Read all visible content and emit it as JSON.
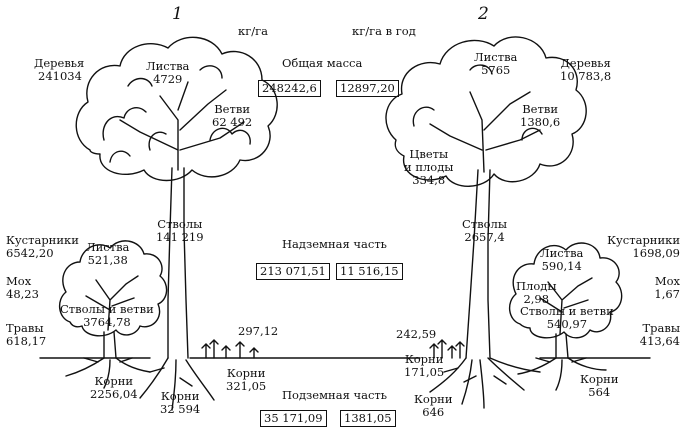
{
  "figure": {
    "panel1": "1",
    "panel2": "2",
    "unit1": "кг/га",
    "unit2": "кг/га в год",
    "total_title": "Общая масса",
    "total1": "248242,6",
    "total2": "12897,20",
    "above_title": "Надземная часть",
    "above1": "213 071,51",
    "above2": "11 516,15",
    "below_title": "Подземная часть",
    "below1": "35 171,09",
    "below2": "1381,05"
  },
  "left": {
    "trees": {
      "label": "Деревья",
      "value": "241034"
    },
    "leaves": {
      "label": "Листва",
      "value": "4729"
    },
    "branches": {
      "label": "Ветви",
      "value": "62 492"
    },
    "trunks": {
      "label": "Стволы",
      "value": "141 219"
    },
    "shrubs": {
      "label": "Кустарники",
      "value": "6542,20"
    },
    "moss": {
      "label": "Мох",
      "value": "48,23"
    },
    "grass": {
      "label": "Травы",
      "value": "618,17"
    },
    "shrub_leaves": {
      "label": "Листва",
      "value": "521,38"
    },
    "shrub_stems": {
      "label": "Стволы и ветви",
      "value": "3764,78"
    },
    "shrub_roots": {
      "label": "Корни",
      "value": "2256,04"
    },
    "tree_roots": {
      "label": "Корни",
      "value": "32 594"
    },
    "grass_above": {
      "value": "297,12"
    },
    "grass_roots": {
      "label": "Корни",
      "value": "321,05"
    }
  },
  "right": {
    "trees": {
      "label": "Деревья",
      "value": "10 783,8"
    },
    "leaves": {
      "label": "Листва",
      "value": "5765"
    },
    "branches": {
      "label": "Ветви",
      "value": "1380,6"
    },
    "flowers": {
      "label1": "Цветы",
      "label2": "и плоды",
      "value": "334,8"
    },
    "trunks": {
      "label": "Стволы",
      "value": "2657,4"
    },
    "shrubs": {
      "label": "Кустарники",
      "value": "1698,09"
    },
    "moss": {
      "label": "Мох",
      "value": "1,67"
    },
    "grass": {
      "label": "Травы",
      "value": "413,64"
    },
    "shrub_leaves": {
      "label": "Листва",
      "value": "590,14"
    },
    "shrub_fruits": {
      "label": "Плоды",
      "value": "2,98"
    },
    "shrub_stems": {
      "label": "Стволы и ветви",
      "value": "540,97"
    },
    "shrub_roots": {
      "label": "Корни",
      "value": "564"
    },
    "tree_roots": {
      "label": "Корни",
      "value": "646"
    },
    "grass_above": {
      "value": "242,59"
    },
    "grass_roots": {
      "label": "Корни",
      "value": "171,05"
    }
  }
}
